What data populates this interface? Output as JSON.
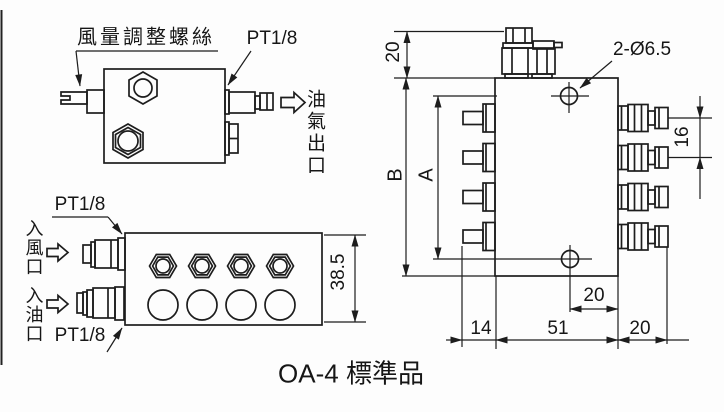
{
  "drawing": {
    "title": "OA-4 標準品",
    "line_color": "#1d1d1d",
    "top_view": {
      "screw_label": "風量調整螺絲",
      "port_label": "PT1/8",
      "outlet_label": "油氣出口"
    },
    "front_view": {
      "port_label_air": "PT1/8",
      "port_label_oil": "PT1/8",
      "air_inlet_label": "入風口",
      "oil_inlet_label": "入油口",
      "dim_height": "38.5"
    },
    "side_view": {
      "hole_label": "2-Ø6.5",
      "dim_top_offset": "20",
      "dim_total_height": "B",
      "dim_hole_span": "A",
      "dim_port_pitch": "16",
      "dim_hole_to_edge": "20",
      "dim_left_fitting": "14",
      "dim_body_width": "51",
      "dim_right_fitting": "20"
    }
  }
}
